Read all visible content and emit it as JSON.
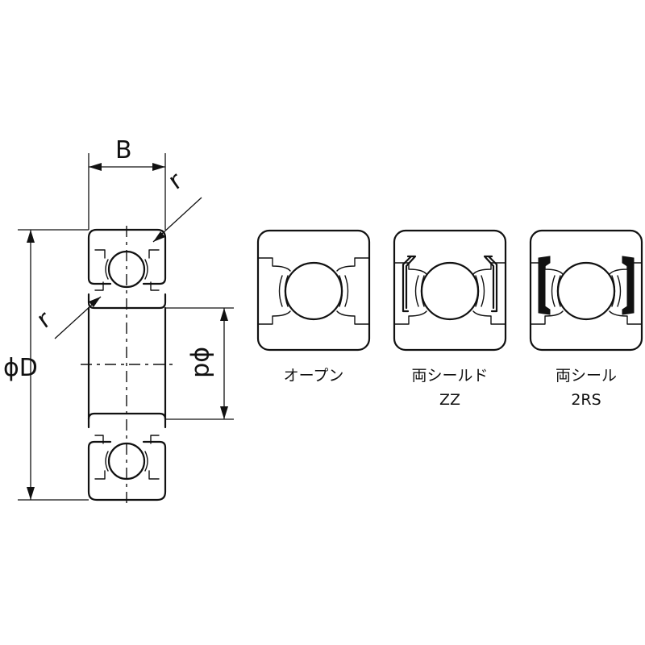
{
  "dimensions": {
    "width_label": "B",
    "outer_diameter_label": "ϕD",
    "inner_diameter_label": "ϕd",
    "radius_label_top": "r",
    "radius_label_bottom": "r"
  },
  "variants": [
    {
      "label_line1": "オープン",
      "label_line2": ""
    },
    {
      "label_line1": "両シールド",
      "label_line2": "ZZ"
    },
    {
      "label_line1": "両シール",
      "label_line2": "2RS"
    }
  ]
}
